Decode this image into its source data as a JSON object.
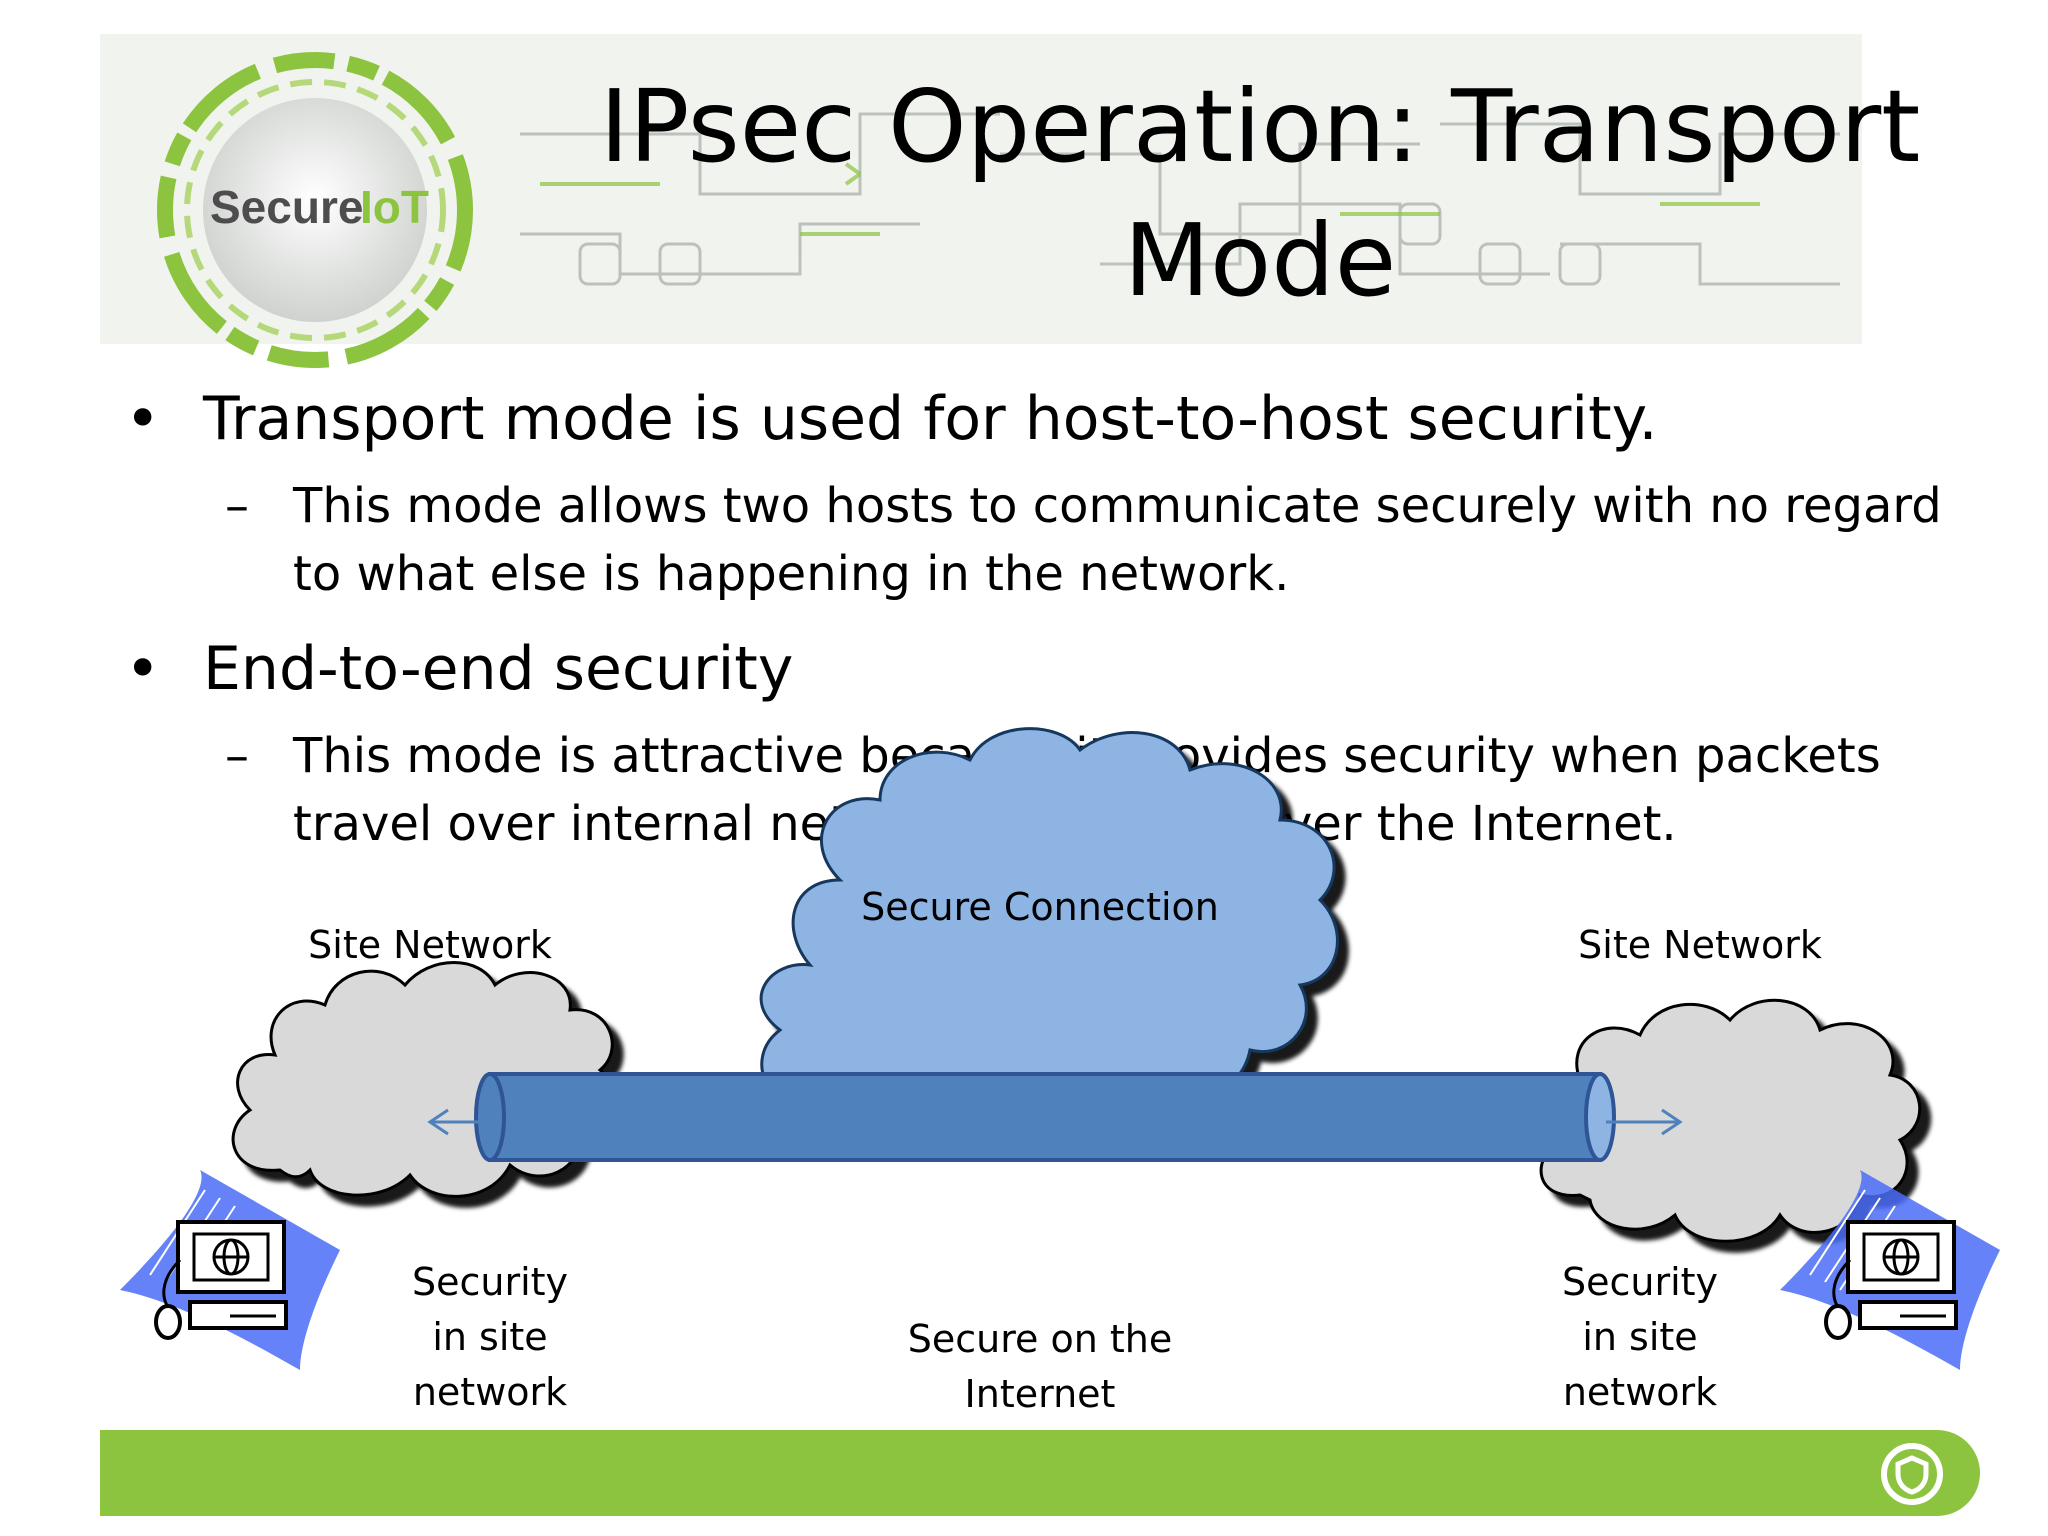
{
  "slide": {
    "logo_text": "SecureIoT",
    "title": "IPsec Operation: Transport Mode",
    "bullets": [
      {
        "text": "Transport mode is used for host-to-host security.",
        "sub": [
          "This mode allows two hosts to communicate securely with no regard",
          "to what else is happening in the network."
        ]
      },
      {
        "text": "End-to-end security",
        "sub": [
          "This mode is attractive because it provides security when packets",
          "travel over internal networks as well as over the Internet."
        ]
      }
    ],
    "bullet_marker": "•",
    "sub_marker": "–"
  },
  "diagram": {
    "secure_connection_label": "Secure Connection",
    "left_site_label": "Site Network",
    "right_site_label": "Site Network",
    "left_security_label": [
      "Security",
      "in site",
      "network"
    ],
    "right_security_label": [
      "Security",
      "in site",
      "network"
    ],
    "internet_label": [
      "Secure on the",
      "Internet"
    ],
    "colors": {
      "tunnel": "#4f81bd",
      "tunnel_stroke": "#2f5597",
      "internet_cloud": "#8eb4e3",
      "site_cloud": "#d9d9d9",
      "host_fill": "#4a6cf7"
    },
    "icons": [
      "computer-icon",
      "globe-icon",
      "cloud-icon",
      "arrow-icon"
    ]
  },
  "footer": {
    "color": "#8cc33f",
    "icon": "shield-icon"
  }
}
